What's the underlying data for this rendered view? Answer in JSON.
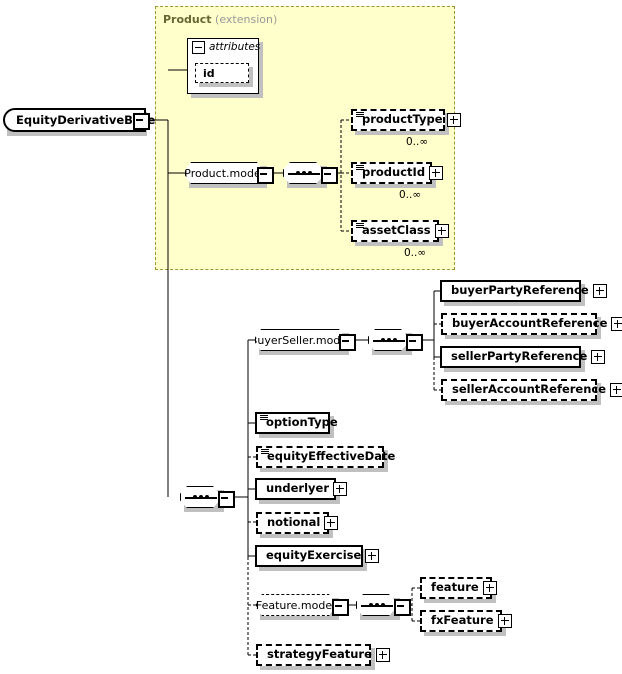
{
  "diagram": {
    "type": "xml-schema-diagram",
    "root": {
      "label": "EquityDerivativeBase",
      "expander": "minus"
    },
    "extension_panel": {
      "name": "Product",
      "kind": "(extension)",
      "background": "#ffffcc",
      "border_color": "#999933"
    },
    "attributes_group": {
      "label": "attributes",
      "expander": "minus",
      "items": [
        {
          "label": "id",
          "required": false
        }
      ]
    },
    "product_model": {
      "label": "Product.model",
      "expander": "minus",
      "compositor": "sequence",
      "compositor_expander": "minus",
      "children": [
        {
          "label": "productType",
          "required": false,
          "simple_type": true,
          "expandable": true,
          "cardinality": "0..∞"
        },
        {
          "label": "productId",
          "required": false,
          "simple_type": true,
          "expandable": true,
          "cardinality": "0..∞"
        },
        {
          "label": "assetClass",
          "required": false,
          "simple_type": true,
          "expandable": true,
          "cardinality": "0..∞"
        }
      ]
    },
    "main_sequence": {
      "compositor": "sequence",
      "compositor_expander": "minus",
      "children": [
        {
          "label": "BuyerSeller.model",
          "kind": "group",
          "required": true,
          "expander": "minus"
        },
        {
          "label": "optionType",
          "kind": "element",
          "required": true,
          "simple_type": true,
          "expandable": false
        },
        {
          "label": "equityEffectiveDate",
          "kind": "element",
          "required": false,
          "simple_type": true,
          "expandable": false
        },
        {
          "label": "underlyer",
          "kind": "element",
          "required": true,
          "simple_type": false,
          "expandable": true
        },
        {
          "label": "notional",
          "kind": "element",
          "required": false,
          "simple_type": false,
          "expandable": true
        },
        {
          "label": "equityExercise",
          "kind": "element",
          "required": true,
          "simple_type": false,
          "expandable": true
        },
        {
          "label": "Feature.model",
          "kind": "group",
          "required": false,
          "expander": "minus"
        },
        {
          "label": "strategyFeature",
          "kind": "element",
          "required": false,
          "simple_type": false,
          "expandable": true
        }
      ]
    },
    "buyer_seller_model": {
      "label": "BuyerSeller.model",
      "compositor": "sequence",
      "compositor_expander": "minus",
      "children": [
        {
          "label": "buyerPartyReference",
          "required": true,
          "expandable": true
        },
        {
          "label": "buyerAccountReference",
          "required": false,
          "expandable": true
        },
        {
          "label": "sellerPartyReference",
          "required": true,
          "expandable": true
        },
        {
          "label": "sellerAccountReference",
          "required": false,
          "expandable": true
        }
      ]
    },
    "feature_model": {
      "label": "Feature.model",
      "compositor": "sequence",
      "compositor_expander": "minus",
      "children": [
        {
          "label": "feature",
          "required": false,
          "expandable": true
        },
        {
          "label": "fxFeature",
          "required": false,
          "expandable": true
        }
      ]
    }
  }
}
